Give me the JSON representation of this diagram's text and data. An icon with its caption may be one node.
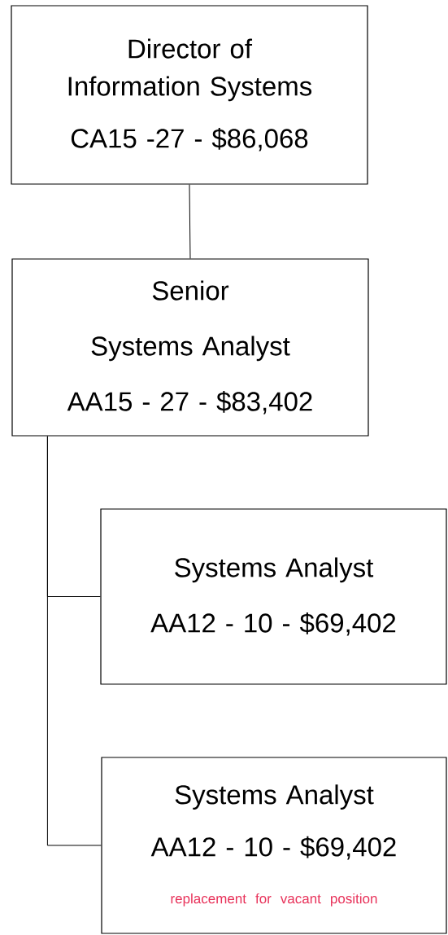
{
  "diagram": {
    "nodes": [
      {
        "text": [
          "Director of Information Systems",
          "CA15 -27 - $86,068"
        ]
      },
      {
        "text": [
          "Senior",
          "Systems Analyst",
          "AA15 - 27 - $83,402"
        ]
      },
      {
        "text": [
          "Systems Analyst",
          "AA12 - 10 - $69,402"
        ]
      },
      {
        "text": [
          "Systems Analyst",
          "AA12 - 10 - $69,402",
          "replacement for vacant position"
        ]
      }
    ],
    "edges": [
      {
        "from": 0,
        "to": 1,
        "arrow": "none"
      },
      {
        "from": 1,
        "to": 2,
        "arrow": "none"
      },
      {
        "from": 1,
        "to": 3,
        "arrow": "none"
      }
    ]
  }
}
